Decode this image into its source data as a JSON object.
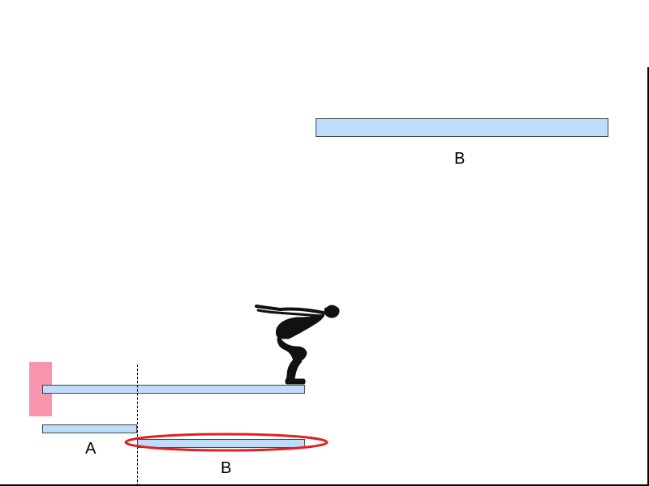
{
  "labels": {
    "top_board": "B",
    "short_board": "A",
    "bottom_board": "B"
  },
  "colors": {
    "board_fill": "#bfdcfb",
    "wall_fill": "#f695ad",
    "highlight_ellipse": "#e02020"
  },
  "icons": {
    "diver": "diver-figure"
  }
}
